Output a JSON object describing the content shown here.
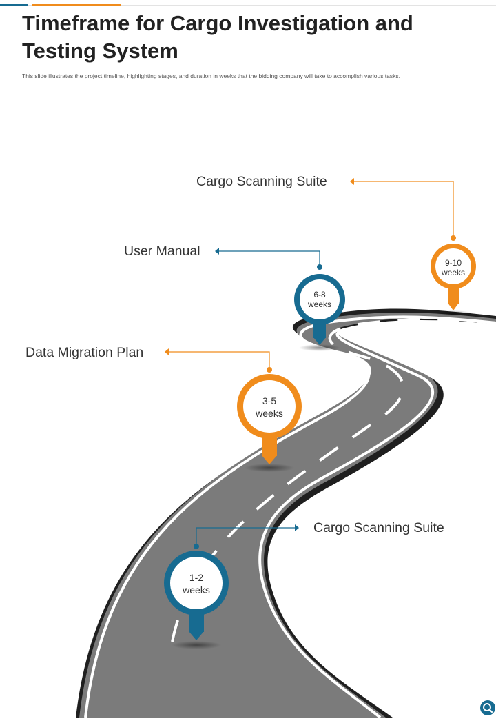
{
  "header": {
    "title": "Timeframe for Cargo Investigation and Testing System",
    "subtitle": "This slide illustrates the project timeline, highlighting stages, and duration in weeks that the bidding company will take to accomplish various tasks."
  },
  "colors": {
    "blue": "#176b91",
    "orange": "#f08c1c",
    "road": "#7a7a7a",
    "road_edge": "#222222"
  },
  "milestones": [
    {
      "range": "1-2",
      "unit": "weeks",
      "label": "Cargo Scanning Suite",
      "color": "blue"
    },
    {
      "range": "3-5",
      "unit": "weeks",
      "label": "Data Migration Plan",
      "color": "orange"
    },
    {
      "range": "6-8",
      "unit": "weeks",
      "label": "User Manual",
      "color": "blue"
    },
    {
      "range": "9-10",
      "unit": "weeks",
      "label": "Cargo Scanning Suite",
      "color": "orange"
    }
  ],
  "search_icon": "magnifier-icon"
}
